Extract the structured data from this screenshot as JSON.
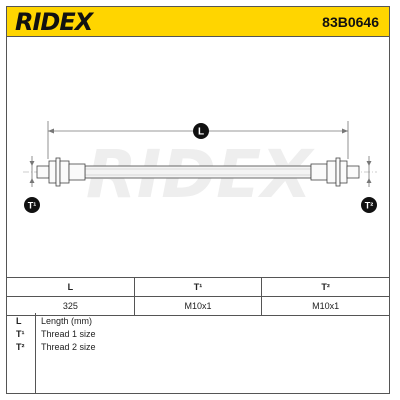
{
  "header": {
    "brand": "RIDEX",
    "part_number": "83B0646"
  },
  "drawing": {
    "dimension_label": "L",
    "thread1_label": "T¹",
    "thread2_label": "T²",
    "watermark": "RIDEX"
  },
  "table": {
    "headers": [
      "L",
      "T¹",
      "T²"
    ],
    "values": [
      "325",
      "M10x1",
      "M10x1"
    ]
  },
  "legend": [
    {
      "key": "L",
      "description": "Length (mm)"
    },
    {
      "key": "T¹",
      "description": "Thread 1 size"
    },
    {
      "key": "T²",
      "description": "Thread 2 size"
    }
  ],
  "colors": {
    "header_bg": "#ffd500",
    "line": "#555555",
    "badge": "#111111"
  }
}
